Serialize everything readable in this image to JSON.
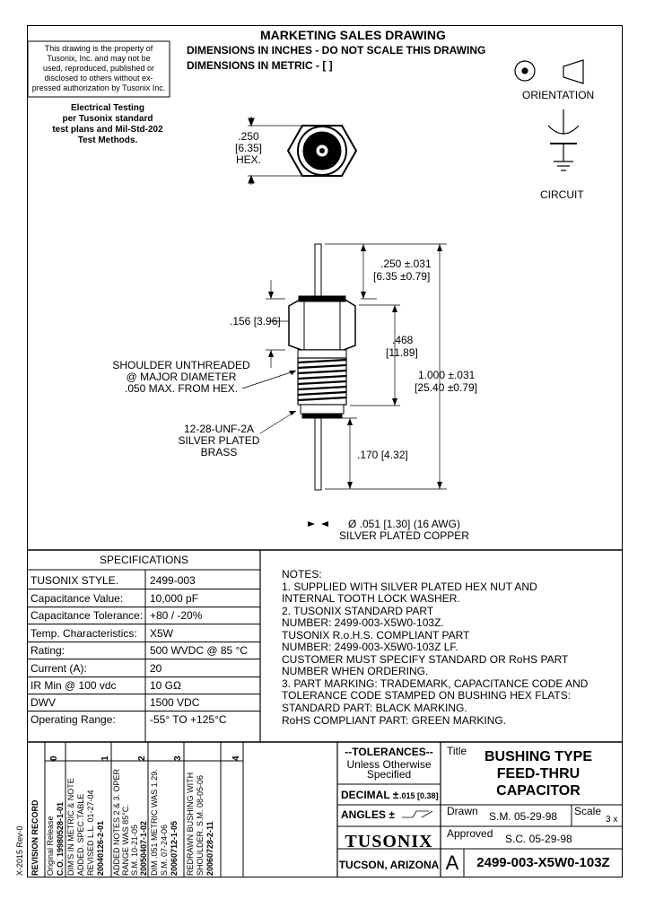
{
  "header": {
    "title": "MARKETING SALES DRAWING",
    "line1": "DIMENSIONS IN INCHES - DO NOT SCALE THIS DRAWING",
    "line2": "DIMENSIONS IN METRIC - [  ]"
  },
  "property_notice": [
    "This drawing is the property of",
    "Tusonix, Inc. and may not be",
    "used, reproduced, published or",
    "disclosed to others without ex-",
    "pressed authorization by Tusonix Inc."
  ],
  "electrical_testing": [
    "Electrical Testing",
    "per Tusonix standard",
    "test plans and Mil-Std-202",
    "Test Methods."
  ],
  "orientation_label": "ORIENTATION",
  "circuit_label": "CIRCUIT",
  "dims": {
    "hex_in": ".250",
    "hex_mm": "[6.35]",
    "hex_word": "HEX.",
    "top_lead_in": ".250 ±.031",
    "top_lead_mm": "[6.35 ±0.79]",
    "hex_height": ".156 [3.96]",
    "body_in": ".468",
    "body_mm": "[11.89]",
    "overall_in": "1.000 ±.031",
    "overall_mm": "[25.40 ±0.79]",
    "bottom_lead": ".170 [4.32]",
    "wire_dia": "Ø .051 [1.30] (16 AWG)",
    "wire_material": "SILVER PLATED COPPER"
  },
  "callouts": {
    "shoulder": [
      "SHOULDER UNTHREADED",
      "@ MAJOR DIAMETER",
      ".050 MAX. FROM HEX."
    ],
    "thread": [
      "12-28-UNF-2A",
      "SILVER PLATED",
      "BRASS"
    ]
  },
  "specifications": {
    "title": "SPECIFICATIONS",
    "rows": [
      {
        "label": "TUSONIX STYLE.",
        "value": "2499-003"
      },
      {
        "label": "Capacitance Value:",
        "value": "10,000 pF"
      },
      {
        "label": "Capacitance Tolerance:",
        "value": "+80 / -20%"
      },
      {
        "label": "Temp. Characteristics:",
        "value": "X5W"
      },
      {
        "label": "Rating:",
        "value": "500 WVDC @ 85 °C"
      },
      {
        "label": "Current  (A):",
        "value": "20"
      },
      {
        "label": "IR Min @ 100 vdc",
        "value": "10 GΩ"
      },
      {
        "label": "DWV",
        "value": "1500 VDC"
      },
      {
        "label": "Operating Range:",
        "value": "-55° TO +125°C"
      }
    ]
  },
  "notes": [
    "NOTES:",
    "1.  SUPPLIED WITH SILVER PLATED HEX NUT AND",
    "     INTERNAL TOOTH LOCK WASHER.",
    "2.  TUSONIX STANDARD PART",
    "                           NUMBER: 2499-003-X5W0-103Z.",
    "     TUSONIX R.o.H.S. COMPLIANT PART",
    "                           NUMBER: 2499-003-X5W0-103Z  LF.",
    "     CUSTOMER MUST SPECIFY STANDARD OR  RoHS  PART",
    "     NUMBER WHEN ORDERING.",
    "3.  PART MARKING: TRADEMARK, CAPACITANCE CODE AND",
    "     TOLERANCE CODE STAMPED ON BUSHING HEX FLATS:",
    "                     STANDARD PART: BLACK MARKING.",
    "                     RoHS  COMPLIANT PART: GREEN MARKING."
  ],
  "revision": {
    "header": "REVISION RECORD",
    "form": "X-2015 Rev-0",
    "columns": [
      {
        "num": "0",
        "lines": [
          "Original Release",
          "C.O. 19980528-1-01"
        ]
      },
      {
        "num": "1",
        "lines": [
          "DIM'S IN METRIC & NOTE",
          "ADDED.  SPEC.TABLE",
          "REVISED L.L. 01-27-04",
          "20040126-2-01"
        ]
      },
      {
        "num": "2",
        "lines": [
          "ADDED NOTES 2 & 3. OPER",
          "RANGE WAS 85°C.",
          "S.M. 10-21-05",
          "20050407-1-02"
        ]
      },
      {
        "num": "3",
        "lines": [
          "DIM .051 METRIC WAS 1.29.",
          "S.M. 07-24-06",
          "20060712-1-05"
        ]
      },
      {
        "num": "4",
        "lines": [
          "REDRAWN BUSHING WITH",
          "SHOULDER. S.M. 08-05-06",
          "20060728-2-11"
        ]
      }
    ]
  },
  "tolerances": {
    "title": "--TOLERANCES--",
    "unless": "Unless Otherwise",
    "specified": "Specified",
    "decimal_label": "DECIMAL ±",
    "decimal_value": ".015 [0.38]",
    "angles_label": "ANGLES ±"
  },
  "company": {
    "logo": "TUSONIX",
    "location": "TUCSON, ARIZONA"
  },
  "title_block": {
    "title_label": "Title",
    "title": [
      "BUSHING TYPE",
      "FEED-THRU",
      "CAPACITOR"
    ],
    "drawn_label": "Drawn",
    "drawn_value": "S.M. 05-29-98",
    "scale_label": "Scale",
    "scale_value": "3 x",
    "approved_label": "Approved",
    "approved_value": "S.C. 05-29-98",
    "size": "A",
    "part_number": "2499-003-X5W0-103Z"
  }
}
